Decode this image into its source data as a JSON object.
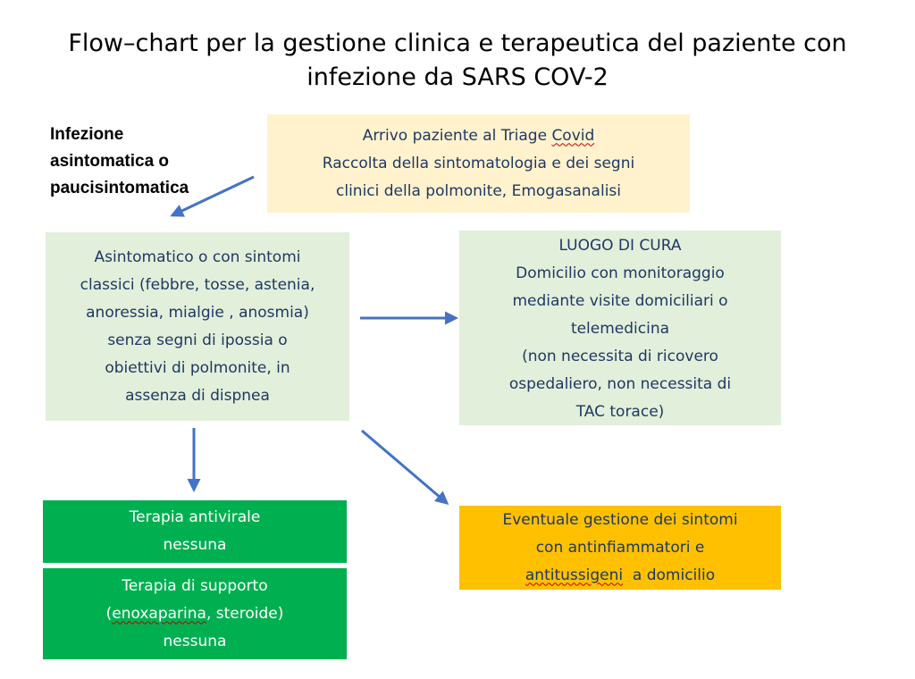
{
  "title": {
    "line1": "Flow–chart per la gestione clinica e terapeutica del paziente con",
    "line2": "infezione da SARS COV-2"
  },
  "side_label": {
    "lines": [
      "Infezione",
      "asintomatica o",
      "paucisintomatica"
    ]
  },
  "triage": {
    "line1_pre": "Arrivo paziente al Triage ",
    "line1_word": "Covid",
    "line2": "Raccolta della sintomatologia e dei segni",
    "line3": "clinici della polmonite, Emogasanalisi"
  },
  "asymptomatic": {
    "lines": [
      "Asintomatico o con sintomi",
      "classici (febbre, tosse, astenia,",
      "anoressia, mialgie , anosmia)",
      "senza segni di ipossia o",
      "obiettivi di polmonite, in",
      "assenza di dispnea"
    ]
  },
  "luogo_di_cura": {
    "lines": [
      "LUOGO DI CURA",
      "Domicilio con monitoraggio",
      "mediante visite domiciliari o",
      "telemedicina",
      "(non necessita di ricovero",
      "ospedaliero, non necessita di",
      "TAC torace)"
    ]
  },
  "antiviral": {
    "line1": "Terapia antivirale",
    "line2": "nessuna"
  },
  "support": {
    "line1": "Terapia di supporto",
    "line2_open": "(",
    "line2_word": "enoxaparina",
    "line2_rest": ", steroide)",
    "line3": "nessuna"
  },
  "symptom_mgmt": {
    "line1": "Eventuale gestione dei sintomi",
    "line2": "con antinfiammatori e",
    "line3_word": "antitussigeni",
    "line3_rest": "  a domicilio"
  },
  "colors": {
    "arrow": "#4472c4",
    "text_navy": "#1f3864",
    "cream": "#fff2cc",
    "pale_green": "#e2efda",
    "green": "#00b050",
    "amber": "#ffc000"
  }
}
